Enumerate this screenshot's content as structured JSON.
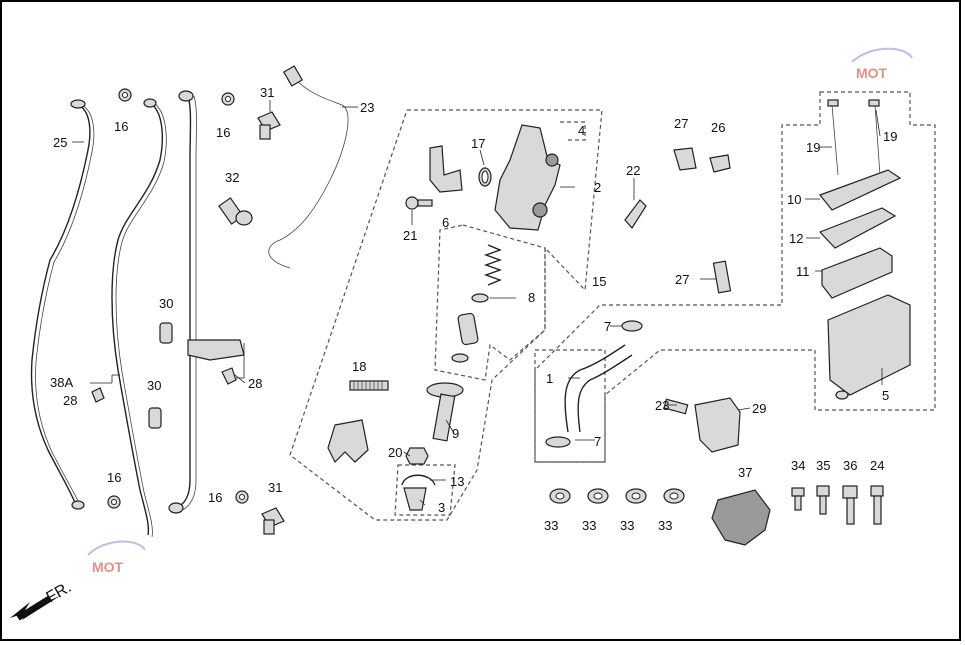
{
  "callouts": {
    "c1": "1",
    "c2": "2",
    "c3": "3",
    "c4": "4",
    "c5": "5",
    "c6": "6",
    "c7a": "7",
    "c7b": "7",
    "c8": "8",
    "c9": "9",
    "c10": "10",
    "c11": "11",
    "c12": "12",
    "c13": "13",
    "c15": "15",
    "c16a": "16",
    "c16b": "16",
    "c16c": "16",
    "c16d": "16",
    "c17": "17",
    "c18": "18",
    "c19a": "19",
    "c19b": "19",
    "c20": "20",
    "c21": "21",
    "c22": "22",
    "c23a": "23",
    "c23b": "23",
    "c24": "24",
    "c25": "25",
    "c26": "26",
    "c27a": "27",
    "c27b": "27",
    "c28a": "28",
    "c28b": "28",
    "c29": "29",
    "c30a": "30",
    "c30b": "30",
    "c31a": "31",
    "c31b": "31",
    "c32": "32",
    "c33a": "33",
    "c33b": "33",
    "c33c": "33",
    "c33d": "33",
    "c34": "34",
    "c35": "35",
    "c36": "36",
    "c37": "37",
    "c38a": "38A"
  },
  "direction": {
    "label": "FR."
  },
  "watermark": {
    "text": "MOT"
  },
  "colors": {
    "line": "#222222",
    "part_fill": "#d9d9d9",
    "dash": "#555555",
    "watermark": "#c0392b"
  }
}
